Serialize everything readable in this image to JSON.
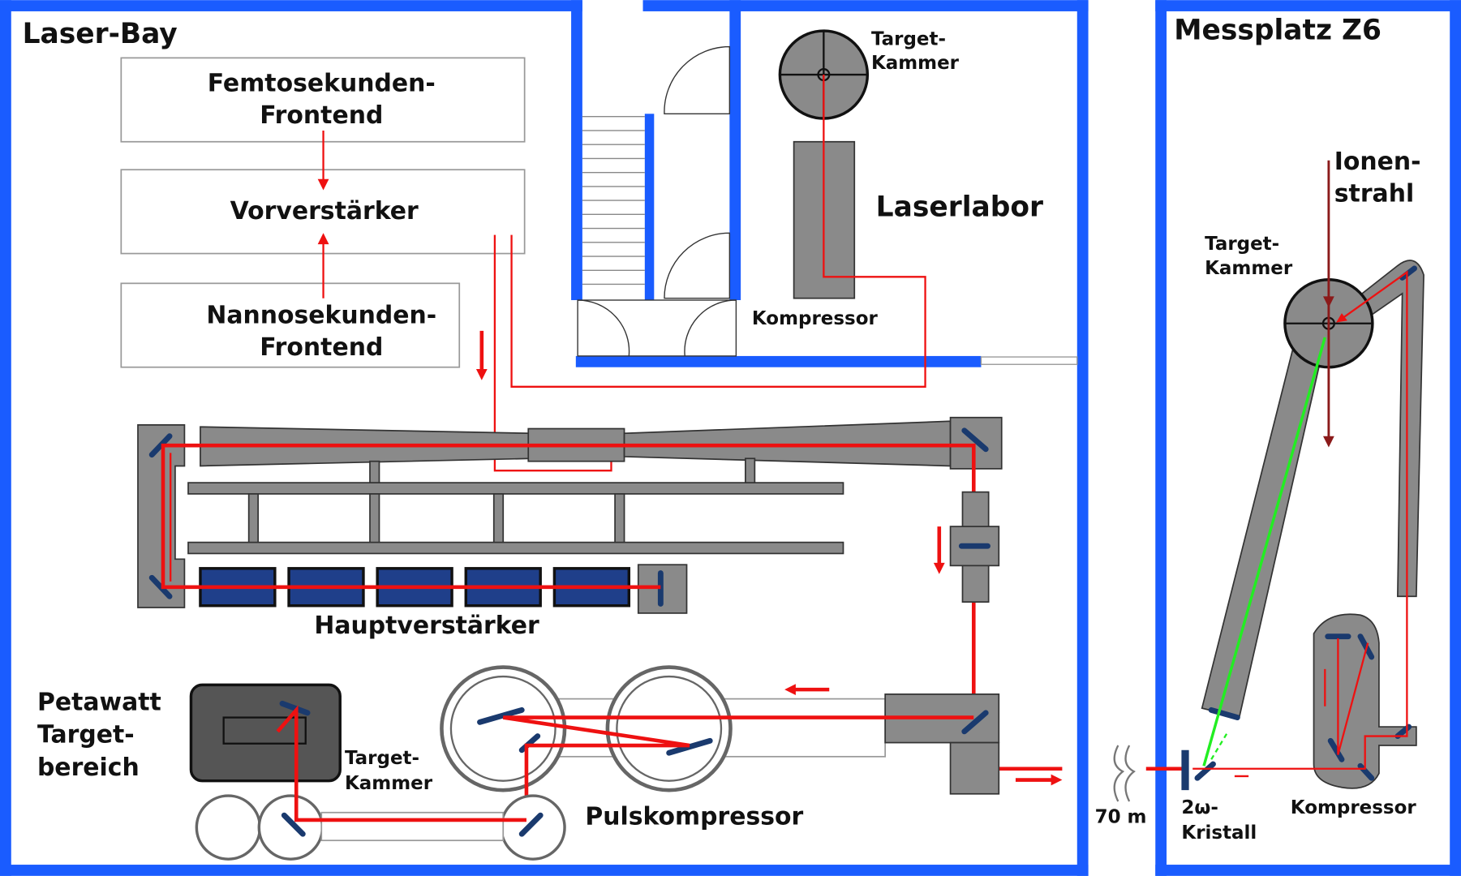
{
  "rooms": {
    "laser_bay": "Laser-Bay",
    "laserlabor": "Laserlabor",
    "messplatz": "Messplatz Z6"
  },
  "frontend": {
    "femto_line1": "Femtosekunden-",
    "femto_line2": "Frontend",
    "vorverstaerker": "Vorverstärker",
    "nanno_line1": "Nannosekunden-",
    "nanno_line2": "Frontend"
  },
  "labels": {
    "target_kammer_line1": "Target-",
    "target_kammer_line2": "Kammer",
    "kompressor": "Kompressor",
    "hauptverstaerker": "Hauptverstärker",
    "petawatt_line1": "Petawatt",
    "petawatt_line2": "Target-",
    "petawatt_line3": "bereich",
    "pulskompressor": "Pulskompressor",
    "distance": "70 m",
    "kristall_line1": "2ω-",
    "kristall_line2": "Kristall",
    "ionen_line1": "Ionen-",
    "ionen_line2": "strahl"
  },
  "colors": {
    "wall": "#1a5cff",
    "beam": "#ee1111",
    "green_beam": "#22ee22",
    "ion_beam": "#8b1a1a",
    "equipment": "#8a8a8a",
    "optics": "#1a3a6e"
  }
}
